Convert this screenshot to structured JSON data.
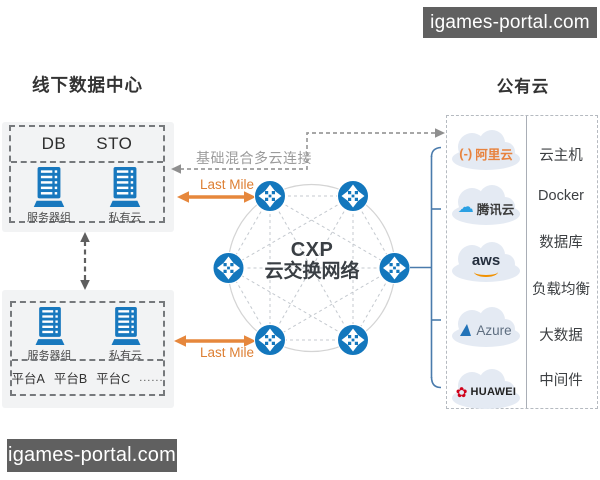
{
  "watermarks": {
    "top_right": "igames-portal.com",
    "bottom_left": "igames-portal.com"
  },
  "headings": {
    "offline_datacenter": "线下数据中心",
    "public_cloud": "公有云"
  },
  "datacenter_top": {
    "db_label": "DB",
    "sto_label": "STO",
    "server_group_label": "服务器组",
    "private_cloud_label": "私有云"
  },
  "datacenter_bottom": {
    "server_group_label": "服务器组",
    "private_cloud_label": "私有云",
    "platforms": [
      "平台A",
      "平台B",
      "平台C",
      "......"
    ]
  },
  "links": {
    "hybrid_connection_label": "基础混合多云连接",
    "last_mile_top_label": "Last Mile",
    "last_mile_bottom_label": "Last Mile"
  },
  "cxp_network": {
    "title": "CXP",
    "subtitle": "云交换网络"
  },
  "public_cloud_panel": {
    "providers": [
      {
        "id": "alibaba-cloud",
        "logo_mark": "(-)",
        "label": "阿里云"
      },
      {
        "id": "tencent-cloud",
        "logo_mark": "☁",
        "label": "腾讯云"
      },
      {
        "id": "aws",
        "label": "aws"
      },
      {
        "id": "azure",
        "label": "Azure"
      },
      {
        "id": "huawei",
        "logo_mark": "✿",
        "label": "HUAWEI"
      }
    ],
    "services": [
      "云主机",
      "Docker",
      "数据库",
      "负载均衡",
      "大数据",
      "中间件"
    ]
  },
  "colors": {
    "router_blue": "#1377bd",
    "server_blue": "#1878be",
    "last_mile_orange": "#e6873c",
    "hybrid_gray": "#9b9b9b",
    "bracket_blue": "#4a7bac",
    "watermark_bg": "#606060",
    "cloud_fill": "#e4eaf3",
    "alibaba_orange": "#e8823d",
    "tencent_blue": "#2ba0e3",
    "aws_smile_orange": "#f19100",
    "azure_blue": "#2273b8",
    "huawei_red": "#d0021b"
  }
}
